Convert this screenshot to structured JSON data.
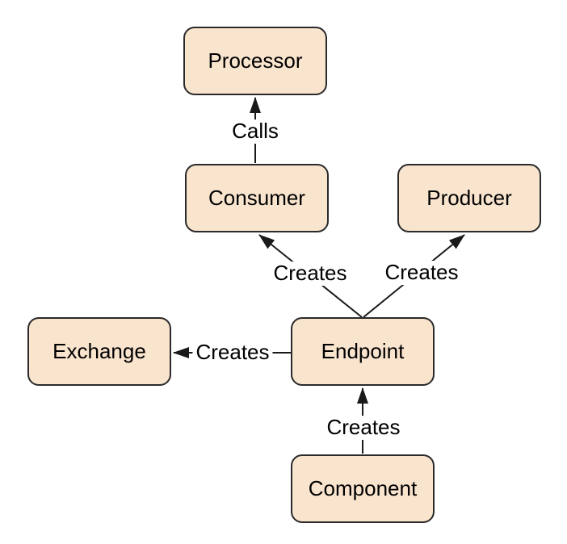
{
  "diagram": {
    "nodes": {
      "processor": {
        "label": "Processor"
      },
      "consumer": {
        "label": "Consumer"
      },
      "producer": {
        "label": "Producer"
      },
      "exchange": {
        "label": "Exchange"
      },
      "endpoint": {
        "label": "Endpoint"
      },
      "component": {
        "label": "Component"
      }
    },
    "edges": {
      "calls": {
        "label": "Calls",
        "from": "Consumer",
        "to": "Processor"
      },
      "creates_consumer": {
        "label": "Creates",
        "from": "Endpoint",
        "to": "Consumer"
      },
      "creates_producer": {
        "label": "Creates",
        "from": "Endpoint",
        "to": "Producer"
      },
      "creates_exchange": {
        "label": "Creates",
        "from": "Endpoint",
        "to": "Exchange"
      },
      "creates_component": {
        "label": "Creates",
        "from": "Component",
        "to": "Endpoint"
      }
    },
    "colors": {
      "node_fill": "#F9E4CE",
      "node_border": "#2A2A2A",
      "edge_stroke": "#1A1A1A",
      "text_color": "#000000",
      "background": "#FFFFFF"
    }
  }
}
